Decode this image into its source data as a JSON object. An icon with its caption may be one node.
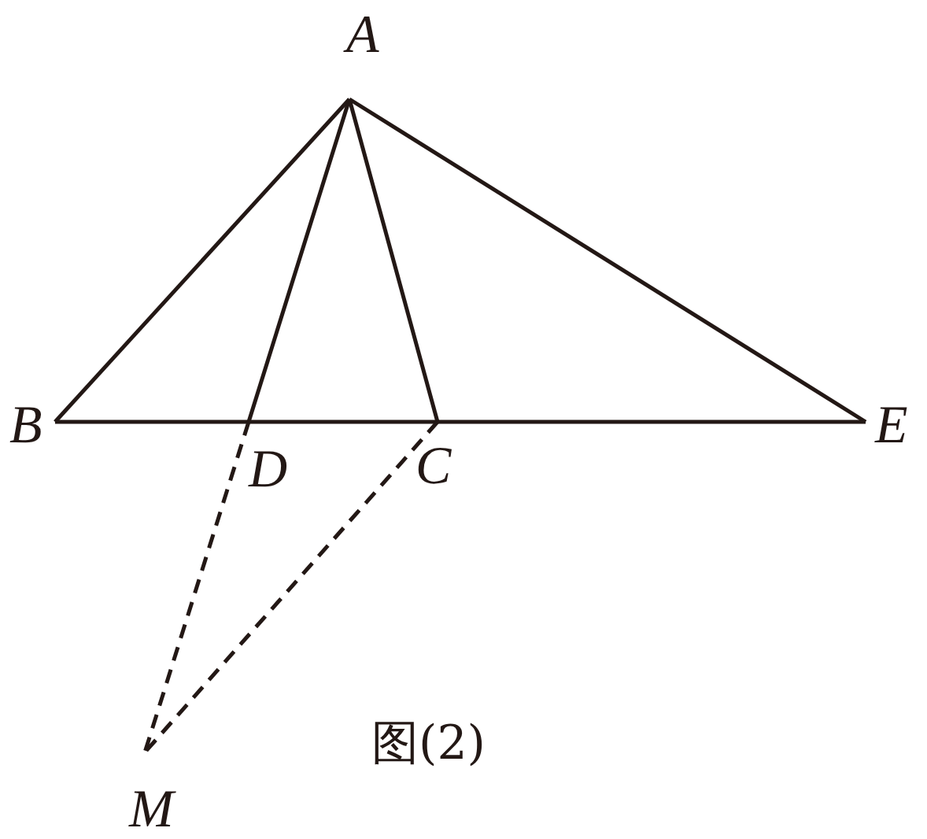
{
  "diagram": {
    "caption": "图(2)",
    "nodes": [
      {
        "text": [
          "A"
        ]
      },
      {
        "text": [
          "B"
        ]
      },
      {
        "text": [
          "D"
        ]
      },
      {
        "text": [
          "C"
        ]
      },
      {
        "text": [
          "E"
        ]
      },
      {
        "text": [
          "M"
        ]
      }
    ],
    "edges": [
      {
        "from": 0,
        "to": 1,
        "arrow": "none"
      },
      {
        "from": 0,
        "to": 2,
        "arrow": "none"
      },
      {
        "from": 0,
        "to": 3,
        "arrow": "none"
      },
      {
        "from": 0,
        "to": 4,
        "arrow": "none"
      },
      {
        "from": 1,
        "to": 2,
        "arrow": "none"
      },
      {
        "from": 2,
        "to": 3,
        "arrow": "none"
      },
      {
        "from": 3,
        "to": 4,
        "arrow": "none"
      },
      {
        "from": 2,
        "to": 5,
        "arrow": "none",
        "style": "dashed"
      },
      {
        "from": 3,
        "to": 5,
        "arrow": "none",
        "style": "dashed"
      }
    ]
  }
}
